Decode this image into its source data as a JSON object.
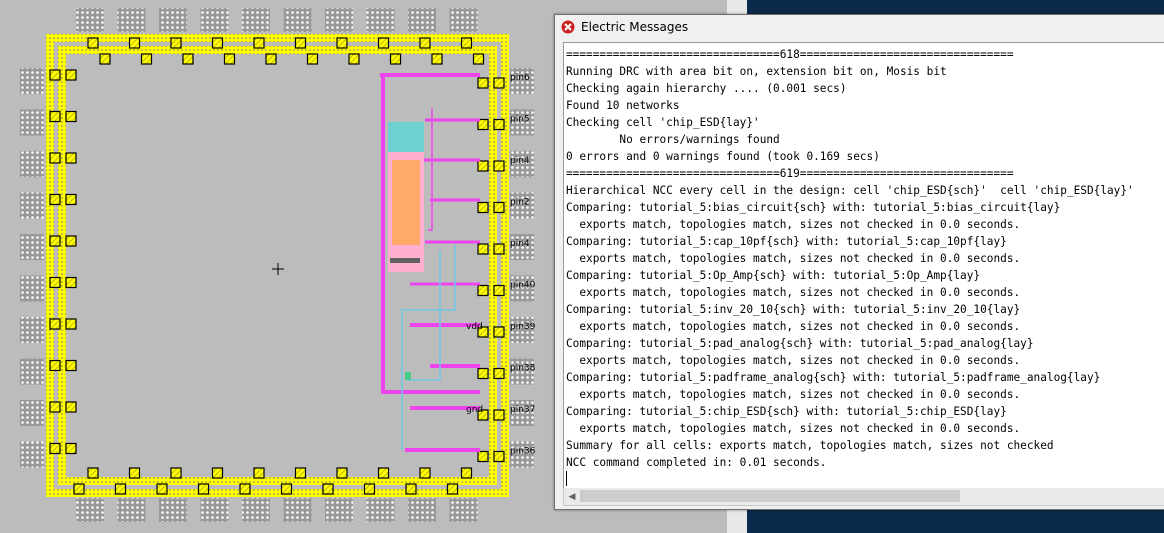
{
  "layout": {
    "pin_labels": [
      "pin6",
      "pin5",
      "pin4",
      "pin2",
      "pin4",
      "pin40",
      "pin39",
      "pin38",
      "pin37",
      "pin36"
    ],
    "net_labels": [
      "vdd",
      "gnd"
    ],
    "colors": {
      "metal": "#ffff00",
      "metal2": "#ff44ff",
      "poly": "#6ec8e8",
      "pad_dot": "#ffffff"
    }
  },
  "messages_window": {
    "title": "Electric Messages",
    "icon": "electric-app-icon",
    "lines": [
      "================================618================================",
      "Running DRC with area bit on, extension bit on, Mosis bit",
      "Checking again hierarchy .... (0.001 secs)",
      "Found 10 networks",
      "Checking cell 'chip_ESD{lay}'",
      "        No errors/warnings found",
      "0 errors and 0 warnings found (took 0.169 secs)",
      "================================619================================",
      "Hierarchical NCC every cell in the design: cell 'chip_ESD{sch}'  cell 'chip_ESD{lay}'",
      "Comparing: tutorial_5:bias_circuit{sch} with: tutorial_5:bias_circuit{lay}",
      "  exports match, topologies match, sizes not checked in 0.0 seconds.",
      "Comparing: tutorial_5:cap_10pf{sch} with: tutorial_5:cap_10pf{lay}",
      "  exports match, topologies match, sizes not checked in 0.0 seconds.",
      "Comparing: tutorial_5:Op_Amp{sch} with: tutorial_5:Op_Amp{lay}",
      "  exports match, topologies match, sizes not checked in 0.0 seconds.",
      "Comparing: tutorial_5:inv_20_10{sch} with: tutorial_5:inv_20_10{lay}",
      "  exports match, topologies match, sizes not checked in 0.0 seconds.",
      "Comparing: tutorial_5:pad_analog{sch} with: tutorial_5:pad_analog{lay}",
      "  exports match, topologies match, sizes not checked in 0.0 seconds.",
      "Comparing: tutorial_5:padframe_analog{sch} with: tutorial_5:padframe_analog{lay}",
      "  exports match, topologies match, sizes not checked in 0.0 seconds.",
      "Comparing: tutorial_5:chip_ESD{sch} with: tutorial_5:chip_ESD{lay}",
      "  exports match, topologies match, sizes not checked in 0.0 seconds.",
      "Summary for all cells: exports match, topologies match, sizes not checked",
      "NCC command completed in: 0.01 seconds."
    ]
  }
}
